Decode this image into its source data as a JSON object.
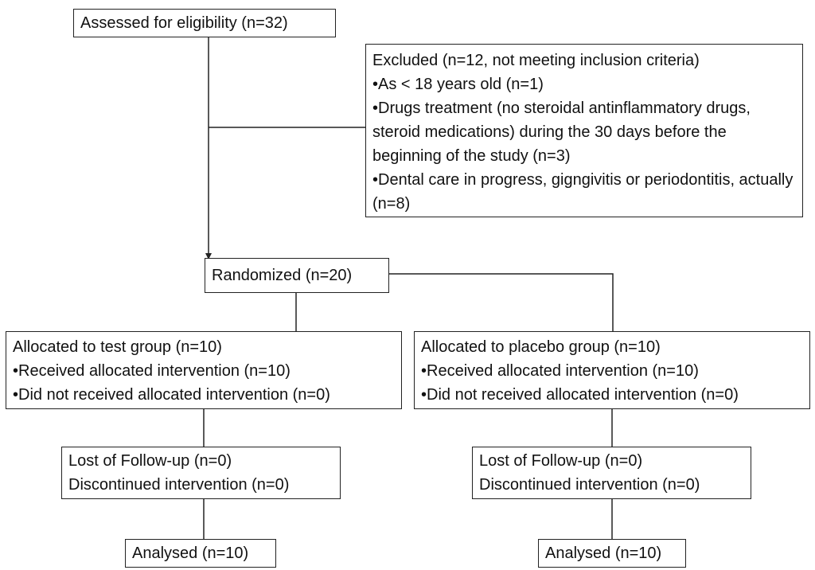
{
  "flow": {
    "assessed": "Assessed for eligibility (n=32)",
    "excluded": {
      "title": "Excluded (n=12, not meeting inclusion criteria)",
      "reasons": [
        "•As < 18 years old (n=1)",
        "•Drugs treatment (no steroidal antinflammatory drugs, steroid medications) during the 30 days before the beginning of the study (n=3)",
        "•Dental care in progress, gigngivitis or periodontitis, actually (n=8)"
      ]
    },
    "randomized": "Randomized (n=20)",
    "test_group": {
      "allocated": "Allocated to  test group (n=10)",
      "received": "•Received allocated intervention (n=10)",
      "not_received": "•Did not received allocated intervention (n=0)",
      "lost": "Lost of Follow-up (n=0)",
      "discontinued": "Discontinued intervention (n=0)",
      "analysed": "Analysed (n=10)"
    },
    "placebo_group": {
      "allocated": "Allocated to  placebo group  (n=10)",
      "received": "•Received allocated intervention (n=10)",
      "not_received": "•Did not received allocated intervention (n=0)",
      "lost": "Lost of Follow-up (n=0)",
      "discontinued": "Discontinued intervention (n=0)",
      "analysed": "Analysed (n=10)"
    }
  }
}
